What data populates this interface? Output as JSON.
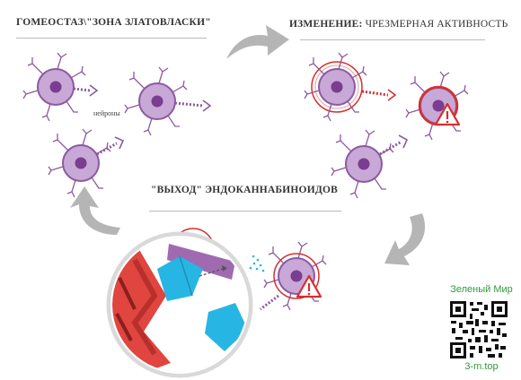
{
  "titles": {
    "homeostasis": "ГОМЕОСТАЗ\\\"ЗОНА ЗЛАТОВЛАСКИ\"",
    "change_bold": "ИЗМЕНЕНИЕ:",
    "change_rest": "ЧРЕЗМЕРНАЯ АКТИВНОСТЬ",
    "release": "\"ВЫХОД\" ЭНДОКАННАБИНОИДОВ"
  },
  "labels": {
    "neurons": "нейроны"
  },
  "watermark": {
    "brand": "Зеленый Мир",
    "url": "3-m.top"
  },
  "colors": {
    "neuron_fill": "#c8a8d6",
    "neuron_nucleus": "#7a3d8f",
    "neuron_outline": "#8c5aa0",
    "alert_red": "#d62f2f",
    "receptor_red": "#e0453f",
    "ligand_cyan": "#27b6e4",
    "arrow_gray": "#b5b5b5",
    "brand_green": "#2e9a3a"
  },
  "icons": [
    "curved-arrow-icon",
    "warning-triangle-icon",
    "qr-code-icon",
    "magnifier-lens-icon"
  ]
}
